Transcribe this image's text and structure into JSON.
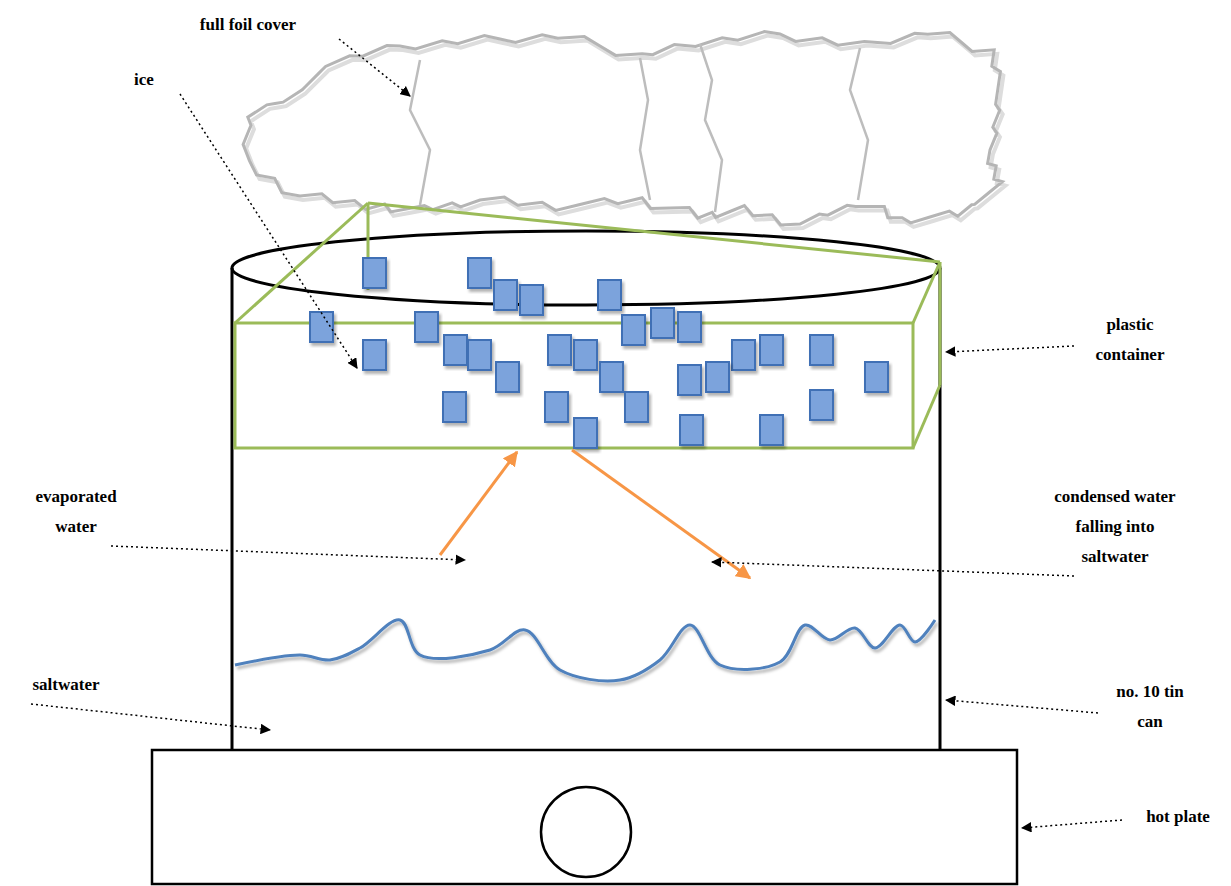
{
  "diagram": {
    "labels": [
      "full foil cover",
      "ice",
      "plastic container",
      "evaporated water",
      "condensed water falling into saltwater",
      "saltwater",
      "no. 10 tin can",
      "hot plate"
    ]
  }
}
